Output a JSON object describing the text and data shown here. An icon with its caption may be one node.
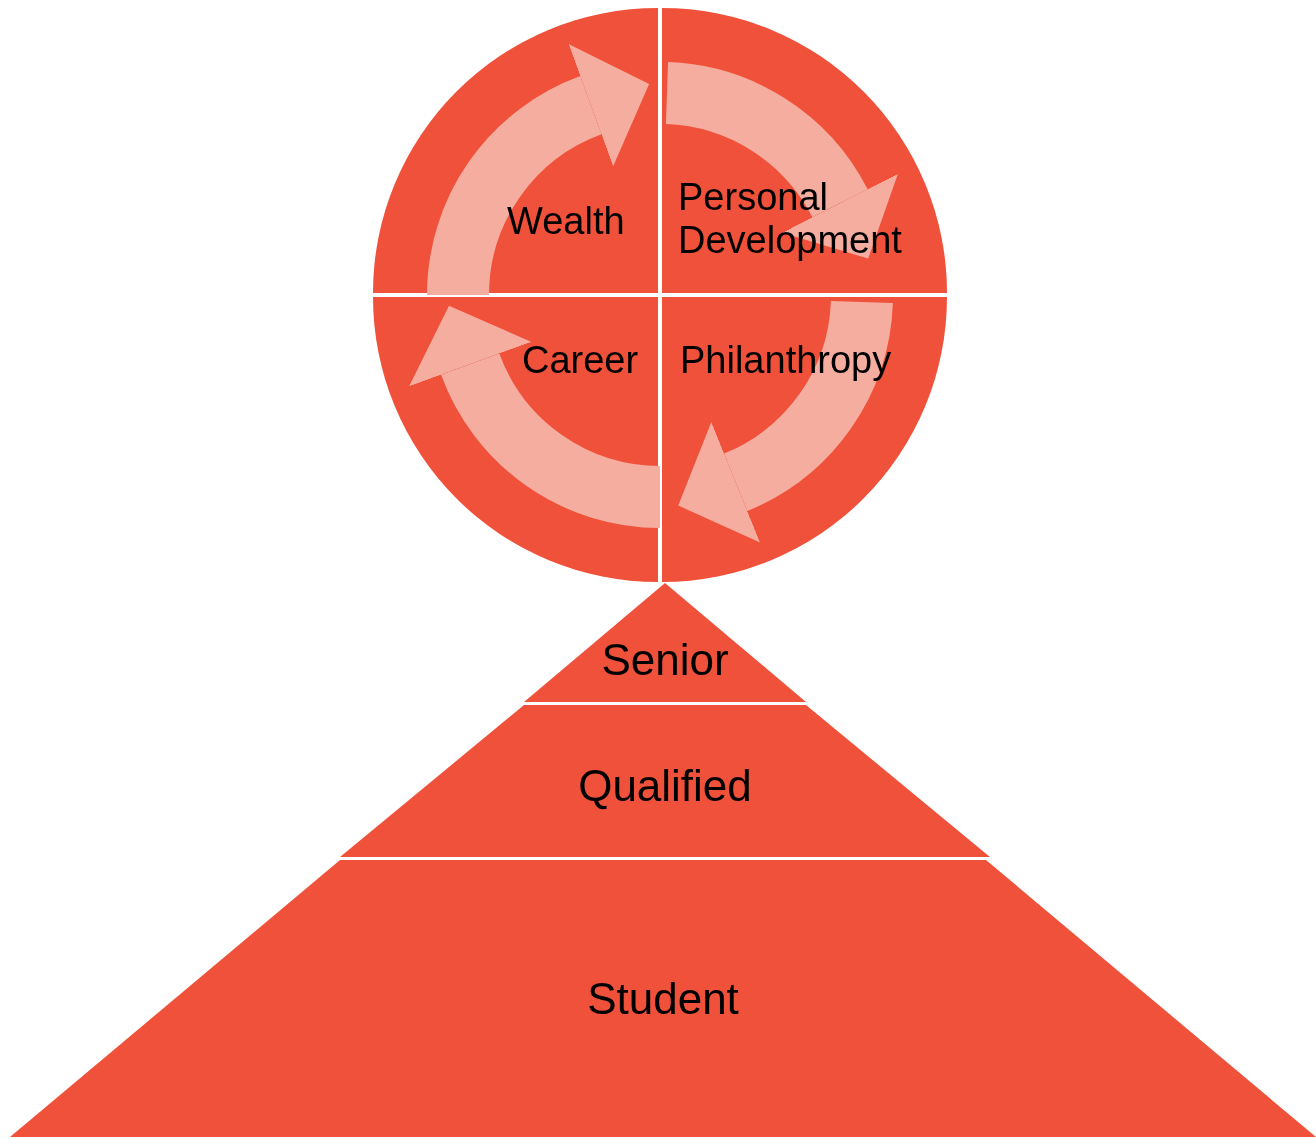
{
  "diagram": {
    "nodes": [
      {
        "text": [
          "Wealth"
        ]
      },
      {
        "text": [
          "Personal Development"
        ]
      },
      {
        "text": [
          "Career"
        ]
      },
      {
        "text": [
          "Philanthropy"
        ]
      },
      {
        "text": [
          "Senior"
        ]
      },
      {
        "text": [
          "Qualified"
        ]
      },
      {
        "text": [
          "Student"
        ]
      }
    ],
    "edges": [
      {
        "from": 0,
        "to": 1,
        "arrow": "to"
      },
      {
        "from": 1,
        "to": 3,
        "arrow": "to"
      },
      {
        "from": 3,
        "to": 2,
        "arrow": "to"
      },
      {
        "from": 2,
        "to": 0,
        "arrow": "to"
      }
    ]
  }
}
